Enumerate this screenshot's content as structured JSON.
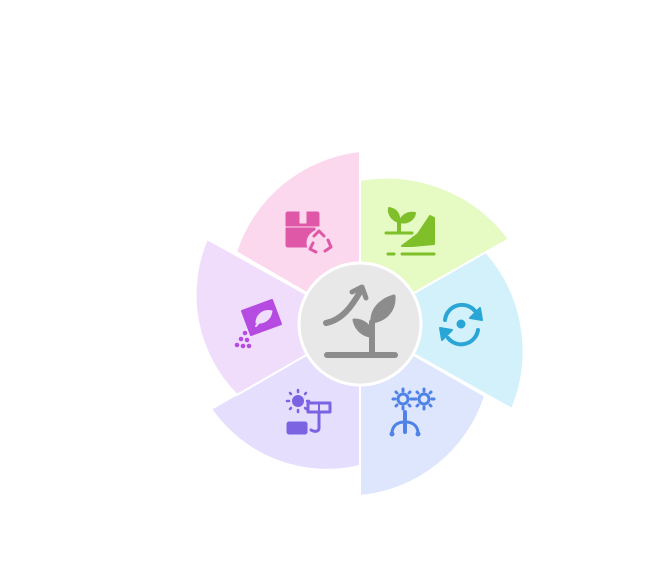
{
  "diagram": {
    "center": {
      "icon": "growing-plant-arrow-icon",
      "fill": "#e8e8e8",
      "icon_color": "#8c8c8c"
    },
    "segments": [
      {
        "id": "top-right",
        "icon": "plant-in-hand-icon",
        "fill": "#e6fac3",
        "icon_color": "#7fbf2a"
      },
      {
        "id": "right",
        "icon": "cycle-refresh-icon",
        "fill": "#d3f1fb",
        "icon_color": "#29a6d6"
      },
      {
        "id": "bottom-right",
        "icon": "flowers-roots-icon",
        "fill": "#dde6fd",
        "icon_color": "#4f82e6"
      },
      {
        "id": "bottom-left",
        "icon": "sun-panel-battery-icon",
        "fill": "#e5dffd",
        "icon_color": "#7b63e2"
      },
      {
        "id": "left",
        "icon": "seed-packet-icon",
        "fill": "#f0dcfb",
        "icon_color": "#b54be0"
      },
      {
        "id": "top-left",
        "icon": "recycle-box-icon",
        "fill": "#fcd8ee",
        "icon_color": "#df58a8"
      }
    ]
  }
}
